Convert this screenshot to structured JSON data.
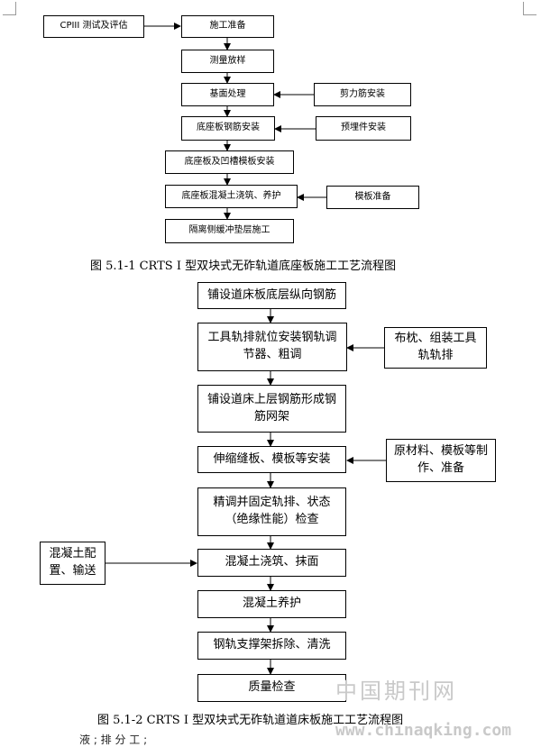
{
  "figure1": {
    "steps": [
      "施工准备",
      "测量放样",
      "基面处理",
      "底座板钢筋安装",
      "底座板及凹槽模板安装",
      "底座板混凝土浇筑、养护",
      "隔离侧缓冲垫层施工"
    ],
    "inputs": {
      "cpiii": "CPIII 测试及评估",
      "shear_rebar": "剪力筋安装",
      "embedded": "预埋件安装",
      "formwork_prep": "模板准备"
    },
    "caption": "图 5.1-1 CRTS Ⅰ 型双块式无砟轨道底座板施工工艺流程图"
  },
  "figure2": {
    "steps": [
      "铺设道床板底层纵向钢筋",
      "工具轨排就位安装钢轨调节器、粗调",
      "铺设道床上层钢筋形成钢筋网架",
      "伸缩缝板、模板等安装",
      "精调并固定轨排、状态（绝缘性能）检查",
      "混凝土浇筑、抹面",
      "混凝土养护",
      "钢轨支撑架拆除、清洗",
      "质量检查"
    ],
    "inputs": {
      "sleeper": "布枕、组装工具轨轨排",
      "materials": "原材料、模板等制作、准备",
      "concrete": "混凝土配置、输送"
    },
    "caption": "图 5.1-2 CRTS Ⅰ 型双块式无砟轨道道床板施工工艺流程图"
  },
  "watermark": {
    "name": "中国期刊网",
    "url": "www.chinaqking.com"
  },
  "footer_fragment": "液 ; 排 分 工 ;"
}
